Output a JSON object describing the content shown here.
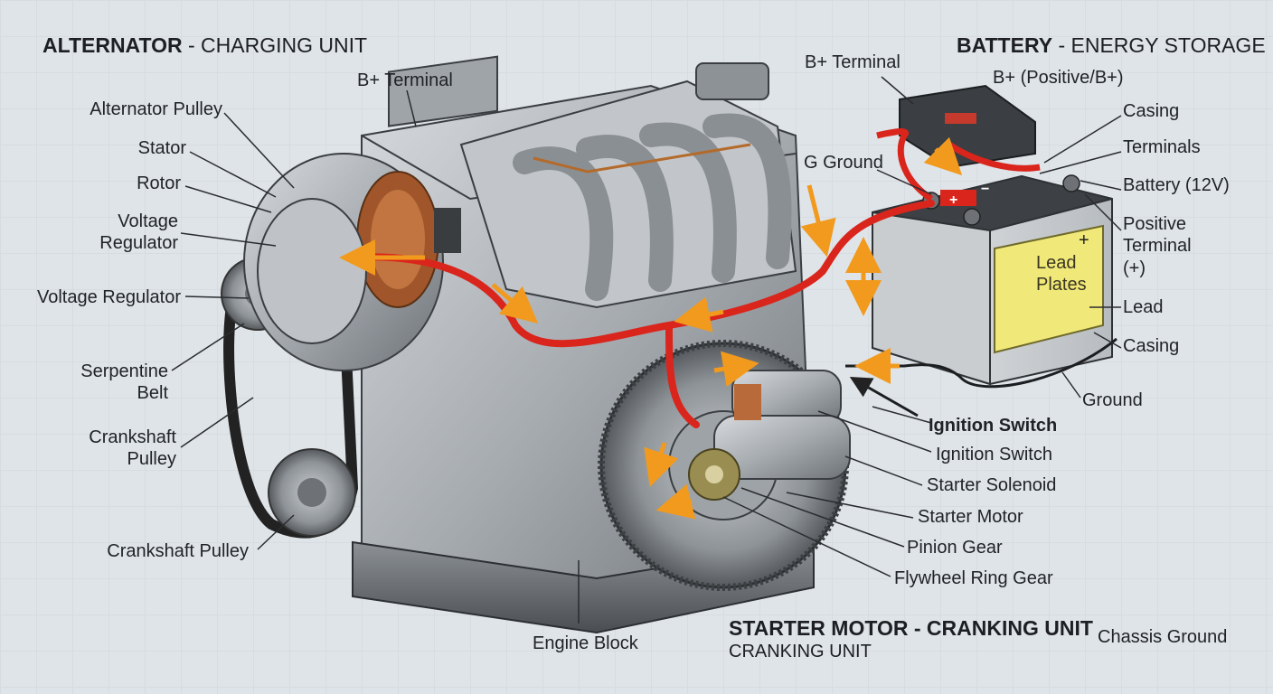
{
  "titles": {
    "alternator_bold": "ALTERNATOR",
    "alternator_rest": " - CHARGING UNIT",
    "battery_bold": "BATTERY",
    "battery_rest": " - ENERGY STORAGE",
    "starter_bold": "STARTER MOTOR - CRANKING UNIT",
    "starter_sub": "CRANKING UNIT"
  },
  "labels": {
    "alt_pulley": "Alternator Pulley",
    "stator": "Stator",
    "rotor": "Rotor",
    "voltage_regulator_stack_1": "Voltage",
    "voltage_regulator_stack_2": "Regulator",
    "voltage_regulator": "Voltage Regulator",
    "serpentine_1": "Serpentine",
    "serpentine_2": "Belt",
    "crank_stack_1": "Crankshaft",
    "crank_stack_2": "Pulley",
    "crank_pulley": "Crankshaft Pulley",
    "b_terminal_engine": "B+ Terminal",
    "b_terminal_battery": "B+ Terminal",
    "b_positive": "B+ (Positive/B+)",
    "g_ground": "G Ground",
    "casing_top": "Casing",
    "terminals": "Terminals",
    "battery_12v": "Battery (12V)",
    "positive_terminal_1": "Positive",
    "positive_terminal_2": "Terminal",
    "positive_terminal_3": "(+)",
    "lead": "Lead",
    "casing_bottom": "Casing",
    "ground": "Ground",
    "ignition_switch_bold": "Ignition Switch",
    "ignition_switch": "Ignition Switch",
    "starter_solenoid": "Starter Solenoid",
    "starter_motor": "Starter Motor",
    "pinion_gear": "Pinion Gear",
    "flywheel_ring_gear": "Flywheel Ring Gear",
    "engine_block": "Engine Block",
    "chassis_ground": "Chassis Ground",
    "lead_plates_1": "Lead",
    "lead_plates_2": "Plates",
    "battery_plus_symbol": "+",
    "battery_minus_symbol": "−"
  },
  "colors": {
    "cable_red": "#d9251c",
    "flow_arrow_orange": "#f29a1e",
    "engine_metal": "#a9aeb3",
    "battery_lead_plate": "#f0e97a",
    "background": "#dfe4e8"
  }
}
